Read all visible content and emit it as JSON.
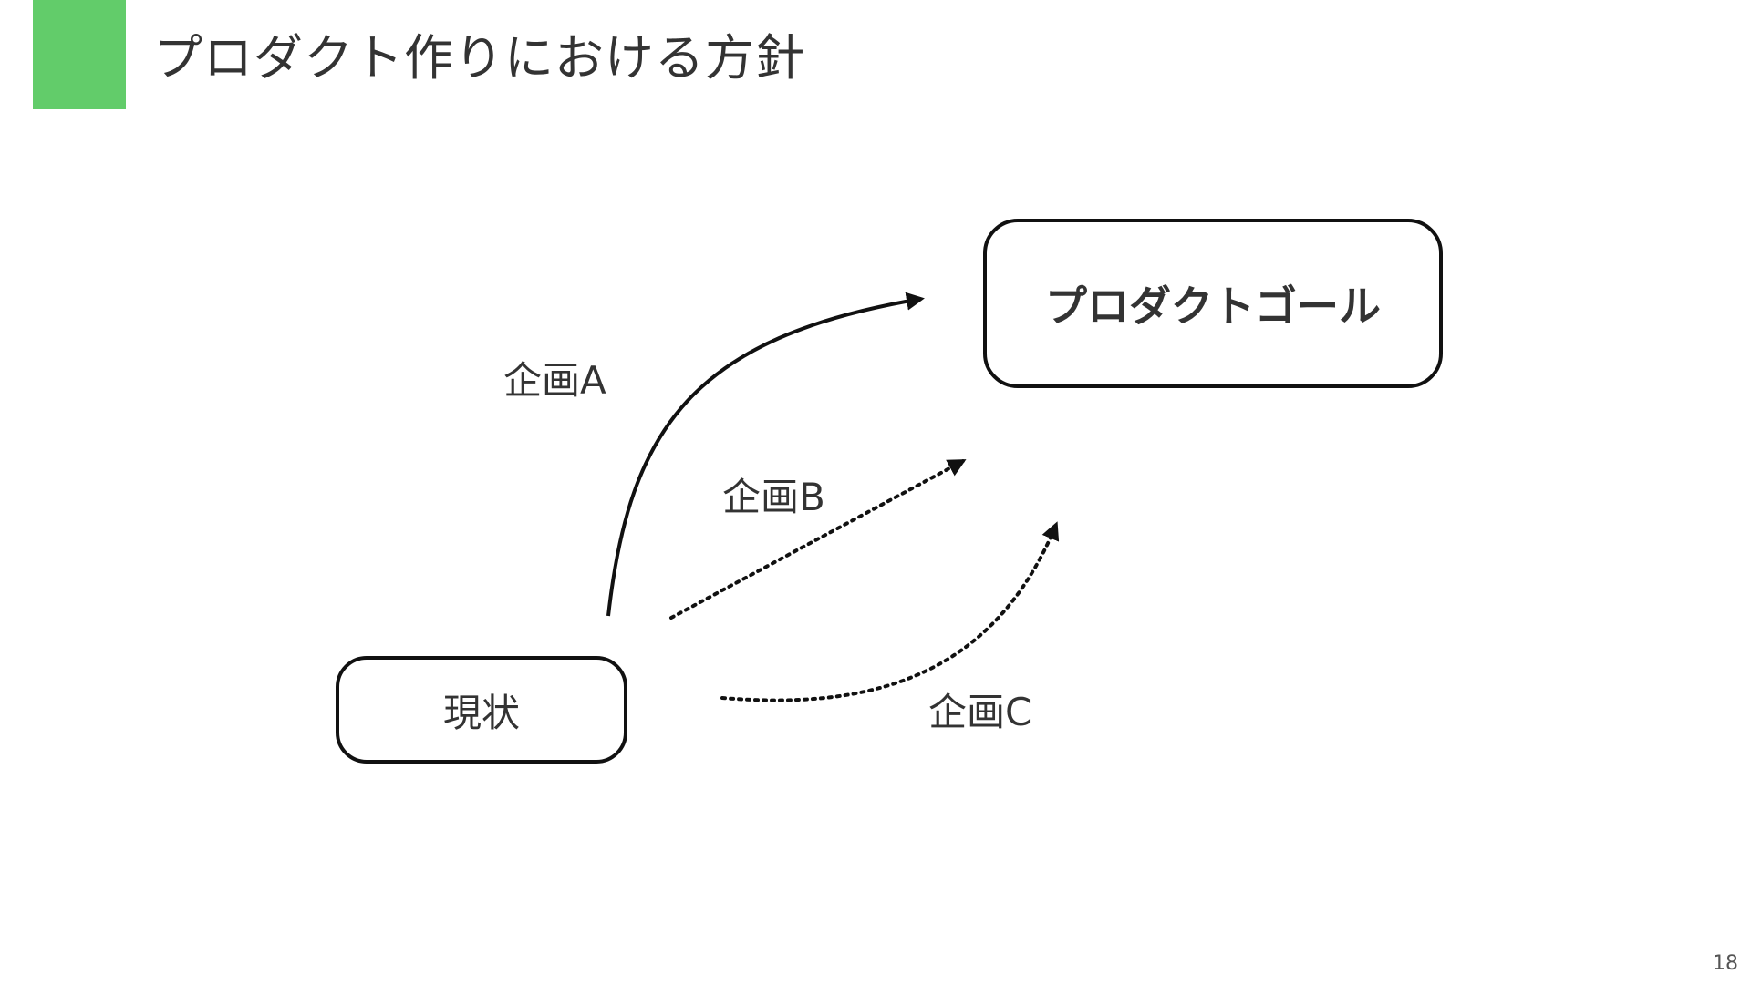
{
  "slide": {
    "title": "プロダクト作りにおける方針",
    "accent_color": "#62cc6a",
    "page_number": "18"
  },
  "diagram": {
    "nodes": {
      "current": "現状",
      "goal": "プロダクトゴール"
    },
    "edges": [
      {
        "label": "企画A",
        "style": "solid"
      },
      {
        "label": "企画B",
        "style": "dotted"
      },
      {
        "label": "企画C",
        "style": "dotted"
      }
    ]
  }
}
